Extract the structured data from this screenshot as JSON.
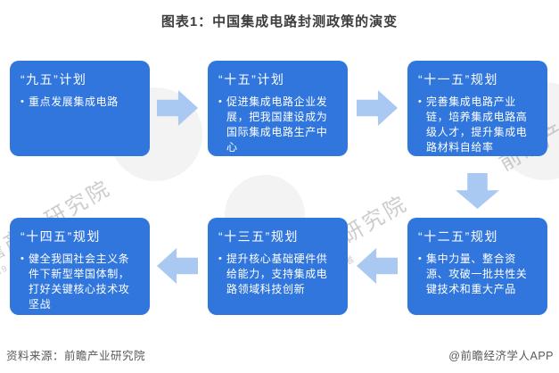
{
  "title": "图表1：中国集成电路封测政策的演变",
  "bullet": "•",
  "boxes": [
    {
      "period": "九五",
      "heading": "“九五”计划",
      "body": "重点发展集成电路"
    },
    {
      "period": "十五",
      "heading": "“十五”计划",
      "body": "促进集成电路企业发展，把我国建设成为国际集成电路生产中心"
    },
    {
      "period": "十一五",
      "heading": "“十一五”规划",
      "body": "完善集成电路产业链，培养集成电路高级人才，提升集成电路材料自给率"
    },
    {
      "period": "十二五",
      "heading": "“十二五”规划",
      "body": "集中力量、整合资源、攻破一批共性关键技术和重大产品"
    },
    {
      "period": "十三五",
      "heading": "“十三五”规划",
      "body": "提升核心基础硬件供给能力，支持集成电路领域科技创新"
    },
    {
      "period": "十四五",
      "heading": "“十四五”规划",
      "body": "健全我国社会主义条件下新型举国体制，打好关键核心技术攻坚战"
    }
  ],
  "flow_order": [
    "九五计划",
    "十五计划",
    "十一五规划",
    "十二五规划",
    "十三五规划",
    "十四五规划"
  ],
  "footer": {
    "source": "资料来源：前瞻产业研究院",
    "brand": "@前瞻经济学人APP"
  },
  "watermarks": {
    "main": "前瞻产业研究院",
    "stock": "839599",
    "slogan": "中国产业咨询领导者"
  },
  "colors": {
    "box_blue": "#3076DC",
    "arrow_blue": "#A9C8F2",
    "title_color": "#3C3C3C",
    "footer_color": "#595959",
    "watermark_color": "#9B9B9B"
  }
}
